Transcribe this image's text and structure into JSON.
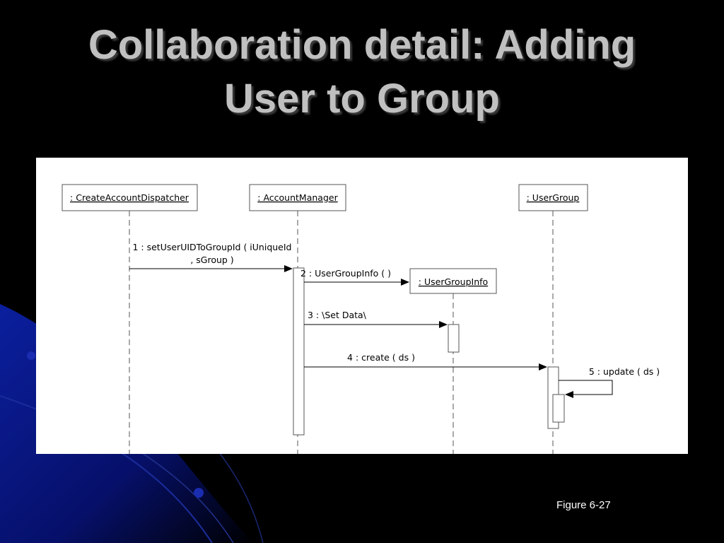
{
  "title": {
    "line1": "Collaboration detail: Adding",
    "line2": "User to Group"
  },
  "diagram": {
    "objects": {
      "dispatcher": " : CreateAccountDispatcher",
      "account_manager": " : AccountManager",
      "user_group": " : UserGroup",
      "user_group_info": " : UserGroupInfo"
    },
    "messages": {
      "m1_line1": "1 : setUserUIDToGroupId ( iUniqueId",
      "m1_line2": ", sGroup )",
      "m2": "2 : UserGroupInfo (  )",
      "m3": "3 : \\Set Data\\",
      "m4": "4 : create ( ds )",
      "m5": "5 : update ( ds )"
    }
  },
  "caption": "Figure 6-27",
  "colors": {
    "background": "#000000",
    "title": "#c0c0c0",
    "accent_blue": "#0a1aa8",
    "panel": "#ffffff"
  }
}
